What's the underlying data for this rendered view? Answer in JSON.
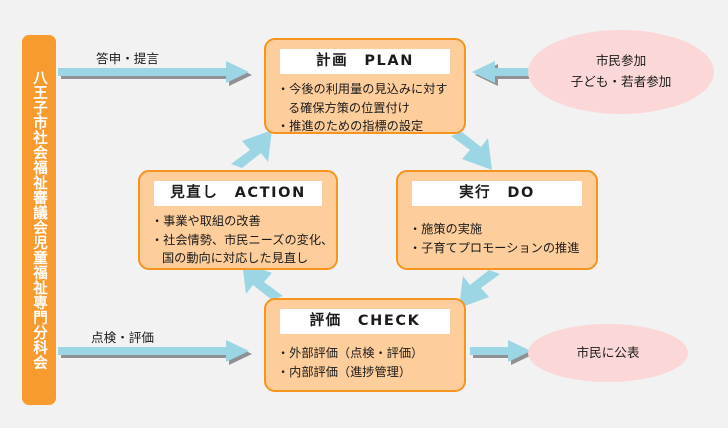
{
  "diagram": {
    "title": "PDCAサイクル図",
    "background_color": "#f2f2f2",
    "colors": {
      "box_fill": "#fdcd9b",
      "box_border": "#f7941e",
      "council_bar": "#f89b2e",
      "ellipse_fill": "#fbd7d7",
      "arrow_fill": "#9cd6e4",
      "arrow_shadow": "#8f9194",
      "title_bg": "#ffffff",
      "text": "#1b1b1b"
    }
  },
  "council": {
    "label": "八王子市社会福祉審議会児童福祉専門分科会"
  },
  "boxes": {
    "plan": {
      "title": "計画　PLAN",
      "lines": [
        "・今後の利用量の見込みに対す",
        "る確保方策の位置付け",
        "・推進のための指標の設定"
      ]
    },
    "do": {
      "title": "実行　DO",
      "lines": [
        "・施策の実施",
        "・子育てプロモーションの推進"
      ]
    },
    "action": {
      "title": "見直し　ACTION",
      "lines": [
        "・事業や取組の改善",
        "・社会情勢、市民ニーズの変化、",
        "国の動向に対応した見直し"
      ]
    },
    "check": {
      "title": "評価　CHECK",
      "lines": [
        "・外部評価（点検・評価）",
        "・内部評価（進捗管理）"
      ]
    }
  },
  "ellipses": {
    "citizen_participation": {
      "line1": "市民参加",
      "line2": "子ども・若者参加"
    },
    "publish": {
      "line1": "市民に公表"
    }
  },
  "arrow_labels": {
    "toshin": "答申・提言",
    "tenken": "点検・評価"
  },
  "flow": {
    "cycle": [
      {
        "from": "plan",
        "to": "do",
        "direction": "down-right"
      },
      {
        "from": "do",
        "to": "check",
        "direction": "down-left"
      },
      {
        "from": "check",
        "to": "action",
        "direction": "up-left"
      },
      {
        "from": "action",
        "to": "plan",
        "direction": "up-right"
      }
    ],
    "external": [
      {
        "from": "council",
        "to": "plan",
        "label": "答申・提言",
        "direction": "right"
      },
      {
        "from": "council",
        "to": "check",
        "label": "点検・評価",
        "direction": "right"
      },
      {
        "from": "citizen_participation",
        "to": "plan",
        "label": "",
        "direction": "left"
      },
      {
        "from": "check",
        "to": "publish",
        "label": "",
        "direction": "right"
      }
    ]
  }
}
